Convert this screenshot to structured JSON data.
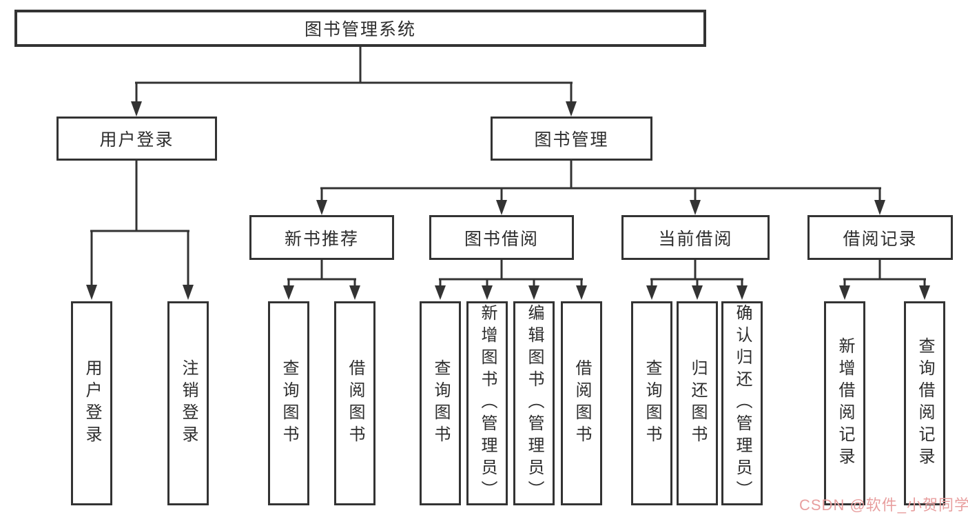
{
  "diagram": {
    "type": "hierarchy-tree",
    "title": "图书管理系统"
  },
  "colors": {
    "line": "#333333",
    "text": "#2d2d2d",
    "watermark": "#e89f9f",
    "background": "#ffffff"
  },
  "watermark": {
    "text": "CSDN @软件_小贺同学"
  },
  "nodes": {
    "root": {
      "label": "图书管理系统"
    },
    "user_login": {
      "label": "用户登录"
    },
    "book_mgmt": {
      "label": "图书管理"
    },
    "new_book_rec": {
      "label": "新书推荐"
    },
    "book_borrow": {
      "label": "图书借阅"
    },
    "current_borrow": {
      "label": "当前借阅"
    },
    "borrow_records": {
      "label": "借阅记录"
    },
    "user_login_leaf": {
      "label": "用户登录"
    },
    "logout_leaf": {
      "label": "注销登录"
    },
    "nbr_query": {
      "label": "查询图书"
    },
    "nbr_borrow": {
      "label": "借阅图书"
    },
    "bb_query": {
      "label": "查询图书"
    },
    "bb_add": {
      "label": "新增图书（管理员）"
    },
    "bb_edit": {
      "label": "编辑图书（管理员）"
    },
    "bb_borrow": {
      "label": "借阅图书"
    },
    "cb_query": {
      "label": "查询图书"
    },
    "cb_return": {
      "label": "归还图书"
    },
    "cb_confirm": {
      "label": "确认归还（管理员）"
    },
    "br_add": {
      "label": "新增借阅记录"
    },
    "br_query": {
      "label": "查询借阅记录"
    }
  },
  "hierarchy": {
    "图书管理系统": {
      "用户登录": [
        "用户登录",
        "注销登录"
      ],
      "图书管理": {
        "新书推荐": [
          "查询图书",
          "借阅图书"
        ],
        "图书借阅": [
          "查询图书",
          "新增图书（管理员）",
          "编辑图书（管理员）",
          "借阅图书"
        ],
        "当前借阅": [
          "查询图书",
          "归还图书",
          "确认归还（管理员）"
        ],
        "借阅记录": [
          "新增借阅记录",
          "查询借阅记录"
        ]
      }
    }
  }
}
